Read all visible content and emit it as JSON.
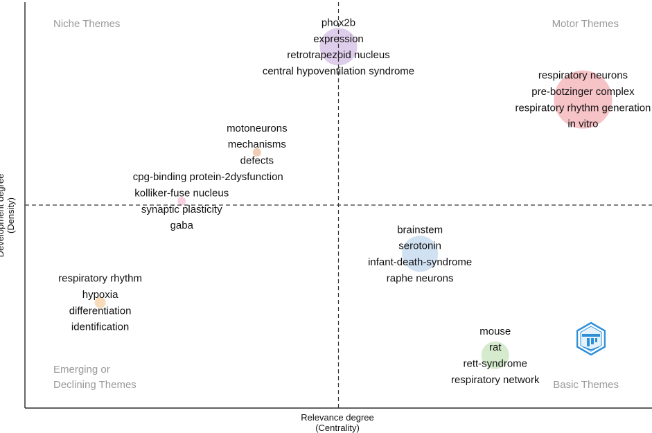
{
  "chart_data": {
    "type": "scatter",
    "xlabel_lines": [
      "Relevance degree",
      "(Centrality)"
    ],
    "ylabel_lines": [
      "Development degree",
      "(Density)"
    ],
    "xlim": [
      0,
      1
    ],
    "ylim": [
      0,
      1
    ],
    "x_median": 0.5,
    "y_median": 0.5,
    "quadrants": {
      "niche": [
        "Niche Themes"
      ],
      "motor": [
        "Motor Themes"
      ],
      "emerging": [
        "Emerging or",
        "Declining Themes"
      ],
      "basic": [
        "Basic Themes"
      ]
    },
    "clusters": [
      {
        "x": 0.5,
        "y": 0.89,
        "r": 27,
        "color": "#d9c6e8",
        "labels": [
          "phox2b",
          "expression",
          "retrotrapezoid nucleus",
          "central hypoventilation syndrome"
        ]
      },
      {
        "x": 0.89,
        "y": 0.76,
        "r": 42,
        "color": "#f4b8bd",
        "labels": [
          "respiratory neurons",
          "pre-botzinger complex",
          "respiratory rhythm generation",
          "in vitro"
        ]
      },
      {
        "x": 0.37,
        "y": 0.63,
        "r": 6,
        "color": "#efc4a8",
        "labels": [
          "motoneurons",
          "mechanisms",
          "defects",
          "dysfunction"
        ]
      },
      {
        "x": 0.25,
        "y": 0.51,
        "r": 6,
        "color": "#f6c8dc",
        "labels": [
          "cpg-binding protein-2",
          "kolliker-fuse nucleus",
          "synaptic plasticity",
          "gaba"
        ]
      },
      {
        "x": 0.63,
        "y": 0.38,
        "r": 26,
        "color": "#c8dcf0",
        "labels": [
          "brainstem",
          "serotonin",
          "infant-death-syndrome",
          "raphe neurons"
        ]
      },
      {
        "x": 0.12,
        "y": 0.26,
        "r": 8,
        "color": "#f7d6ae",
        "labels": [
          "respiratory rhythm",
          "hypoxia",
          "differentiation",
          "identification"
        ]
      },
      {
        "x": 0.75,
        "y": 0.13,
        "r": 20,
        "color": "#cfe8c6",
        "labels": [
          "mouse",
          "rat",
          "rett-syndrome",
          "respiratory network"
        ]
      }
    ]
  },
  "logo": {
    "name": "bibliometrix-logo",
    "color": "#2f8fd6"
  }
}
